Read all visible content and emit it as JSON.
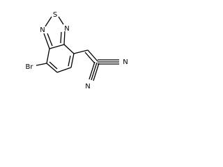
{
  "molecule": {
    "atom_labels": {
      "sulfur": "S",
      "nitrogen_left": "N",
      "nitrogen_right": "N",
      "bromine": "Br",
      "nitrile_n_upper": "N",
      "nitrile_n_lower": "N"
    },
    "colors": {
      "line": "#000000",
      "background": "#ffffff"
    }
  }
}
